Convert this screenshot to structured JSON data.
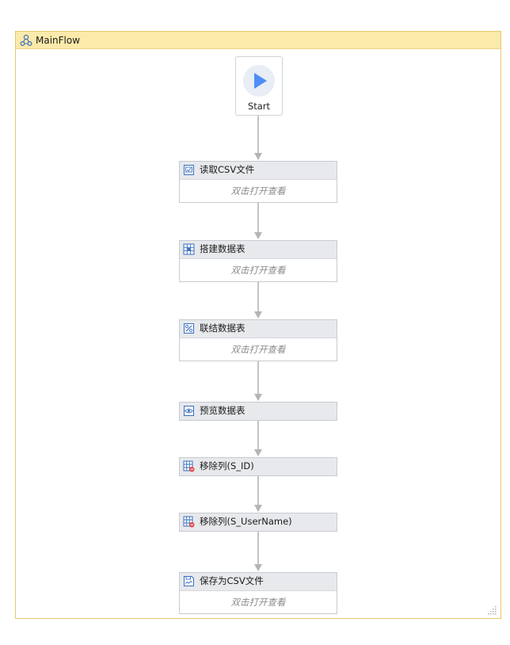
{
  "flow": {
    "title": "MainFlow"
  },
  "start": {
    "label": "Start"
  },
  "activities": [
    {
      "title": "读取CSV文件",
      "hint": "双击打开查看",
      "icon": "read-csv-icon"
    },
    {
      "title": "搭建数据表",
      "hint": "双击打开查看",
      "icon": "build-datatable-icon"
    },
    {
      "title": "联结数据表",
      "hint": "双击打开查看",
      "icon": "join-datatable-icon"
    },
    {
      "title": "预览数据表",
      "icon": "preview-datatable-icon"
    },
    {
      "title": "移除列(S_ID)",
      "icon": "remove-column-icon"
    },
    {
      "title": "移除列(S_UserName)",
      "icon": "remove-column-icon"
    },
    {
      "title": "保存为CSV文件",
      "hint": "双击打开查看",
      "icon": "save-csv-icon"
    }
  ],
  "colors": {
    "header_bg": "#fbeaaa",
    "header_border": "#e6c96a",
    "play_accent": "#4f8ef7",
    "connector": "#b5b5b5"
  }
}
